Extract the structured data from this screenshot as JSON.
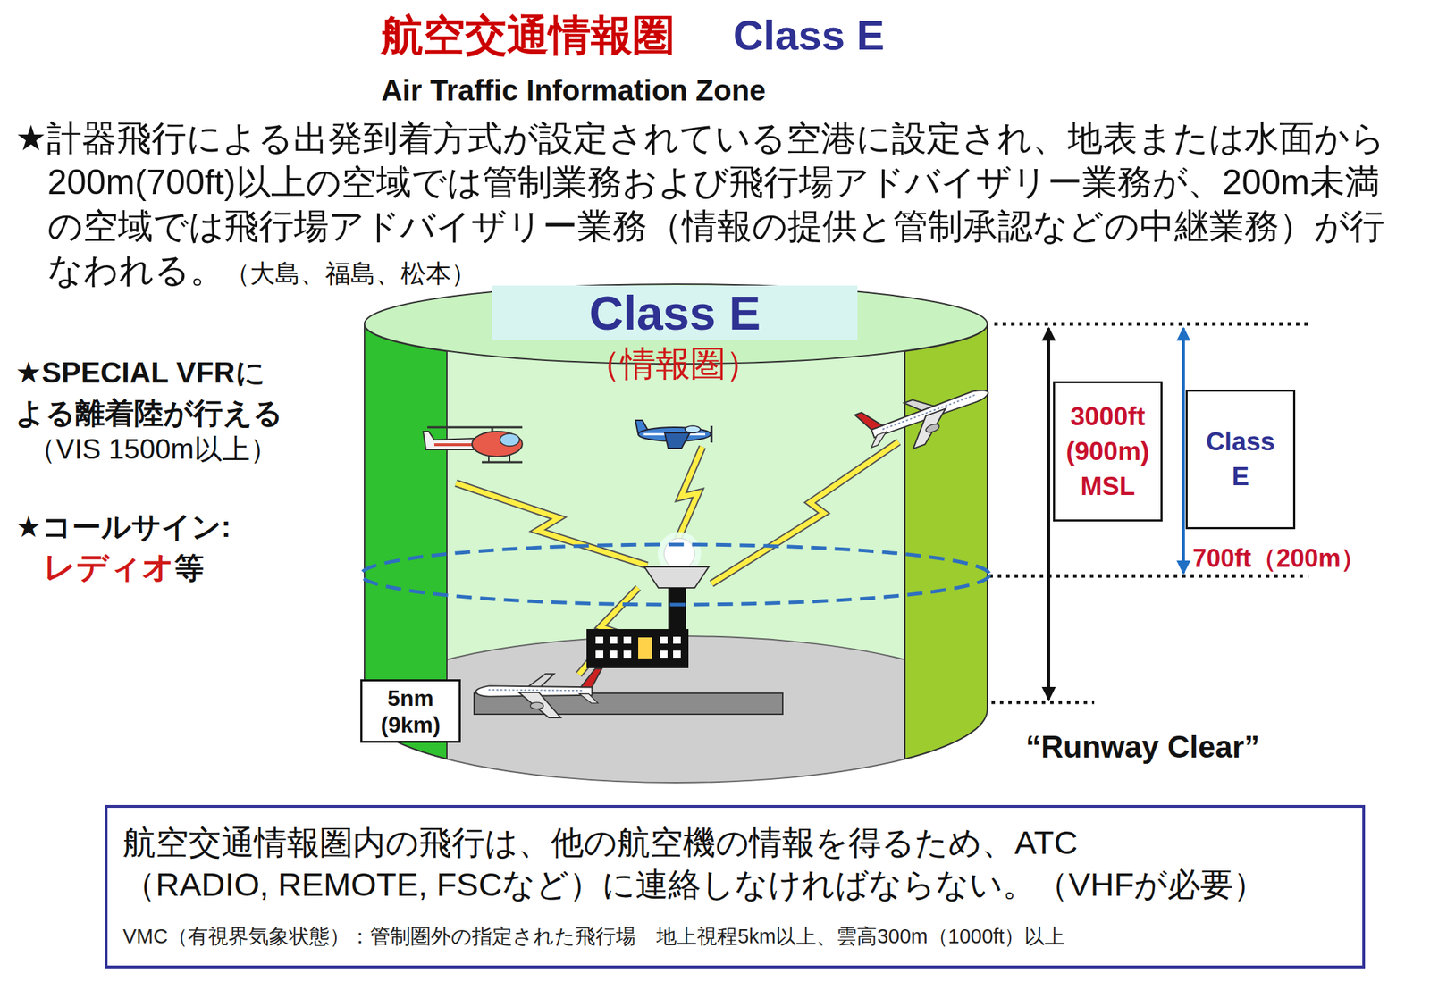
{
  "diagram": {
    "title": "航空交通情報圏",
    "nodes": [
      {
        "text": [
          "Class E",
          "（情報圏）"
        ]
      },
      {
        "text": [
          "5nm (9km)"
        ]
      },
      {
        "text": [
          "3000ft (900m) MSL"
        ]
      },
      {
        "text": [
          "Class E"
        ]
      },
      {
        "text": [
          "航空交通情報圏内の飛行は、他の航空機の情報を得るため、ATC（RADIO, REMOTE, FSCなど）に連絡しなければならない。（VHFが必要）",
          "VMC（有視界気象状態）：管制圏外の指定された飛行場　地上視程5km以上、雲高300m（1000ft）以上"
        ]
      }
    ],
    "labels": [
      "Class E",
      "Air Traffic Information Zone",
      "★計器飛行による出発到着方式が設定されている空港に設定され、地表または水面から200m(700ft)以上の空域では管制業務および飛行場アドバイザリー業務が、200m未満の空域では飛行場アドバイザリー業務（情報の提供と管制承認などの中継業務）が行なわれる。",
      "（大島、福島、松本）",
      "★SPECIAL VFRによる離着陸が行える",
      "（VIS 1500m以上）",
      "★コールサイン:",
      "レディオ",
      "等",
      "700ft（200m）",
      "“Runway Clear”"
    ]
  }
}
